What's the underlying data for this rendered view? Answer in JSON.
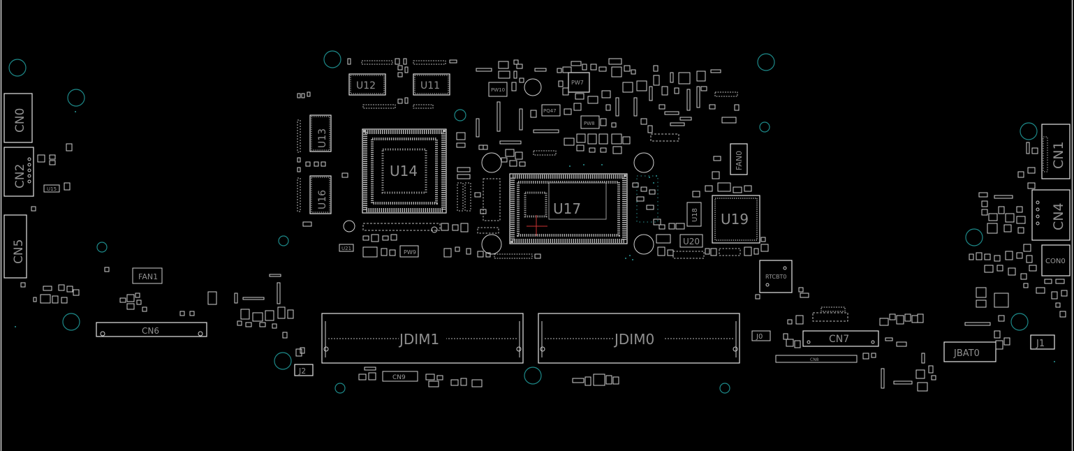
{
  "board": {
    "labels": {
      "cn0": "CN0",
      "cn2": "CN2",
      "cn5": "CN5",
      "u15": "U15",
      "fan1": "FAN1",
      "cn6": "CN6",
      "u12": "U12",
      "u11": "U11",
      "u13": "U13",
      "u16": "U16",
      "u14": "U14",
      "u21": "U21",
      "pw9": "PW9",
      "pw10": "PW10",
      "pq47": "PQ47",
      "pw7": "PW7",
      "pw8": "PW8",
      "u17": "U17",
      "fan0": "FAN0",
      "u18": "U18",
      "u19": "U19",
      "u20": "U20",
      "rtcbt0": "RTCBT0",
      "cn1": "CN1",
      "cn4": "CN4",
      "con0": "CON0",
      "j0": "J0",
      "cn7": "CN7",
      "cn8": "CN8",
      "jbat0": "JBAT0",
      "j1": "J1",
      "j2": "J2",
      "cn9": "CN9",
      "jdim1": "JDIM1",
      "jdim0": "JDIM0"
    }
  }
}
